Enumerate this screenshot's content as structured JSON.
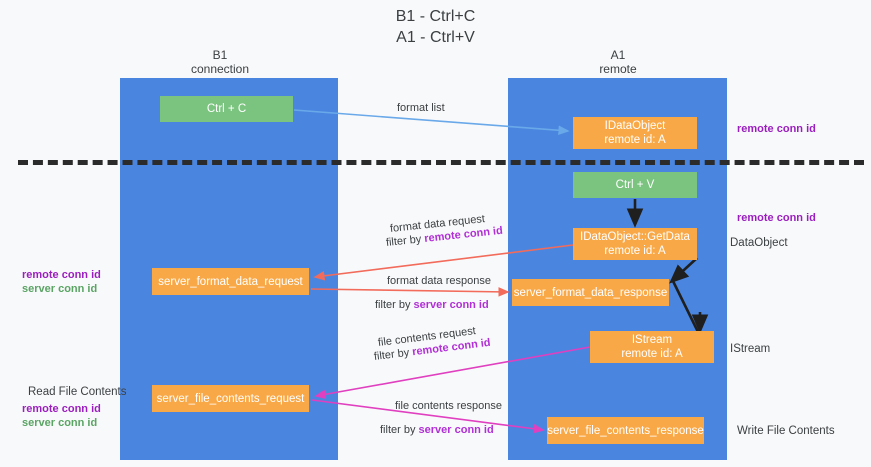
{
  "title": {
    "line1": "B1 - Ctrl+C",
    "line2": "A1 - Ctrl+V"
  },
  "columns": [
    {
      "name": "B1",
      "role": "connection"
    },
    {
      "name": "A1",
      "role": "remote"
    }
  ],
  "boxes": {
    "ctrl_c": {
      "label": "Ctrl + C",
      "color": "#7bc47f"
    },
    "idataobject": {
      "line1": "IDataObject",
      "line2": "remote id: A",
      "color": "#f9a847"
    },
    "ctrl_v": {
      "label": "Ctrl + V",
      "color": "#7bc47f"
    },
    "getdata": {
      "line1": "IDataObject::GetData",
      "line2": "remote id: A",
      "color": "#f9a847"
    },
    "format_data_request": {
      "label": "server_format_data_request",
      "color": "#f9a847"
    },
    "format_data_response": {
      "label": "server_format_data_response",
      "color": "#f9a847"
    },
    "istream": {
      "line1": "IStream",
      "line2": "remote id: A",
      "color": "#f9a847"
    },
    "file_contents_request": {
      "label": "server_file_contents_request",
      "color": "#f9a847"
    },
    "file_contents_response": {
      "label": "server_file_contents_response",
      "color": "#f9a847"
    }
  },
  "arrow_labels": {
    "format_list": "format list",
    "format_data_request": "format data request",
    "format_data_request_filter_prefix": "filter by ",
    "format_data_request_filter_key": "remote conn id",
    "format_data_response": "format data response",
    "format_data_response_filter_prefix": "filter by ",
    "format_data_response_filter_key": "server conn id",
    "file_contents_request": "file contents request",
    "file_contents_request_filter_prefix": "filter by ",
    "file_contents_request_filter_key": "remote conn id",
    "file_contents_response": "file contents response",
    "file_contents_response_filter_prefix": "filter by ",
    "file_contents_response_filter_key": "server conn id"
  },
  "annotations": {
    "right": {
      "remote_conn_id_top": "remote conn id",
      "remote_conn_id_mid": "remote conn id",
      "dataobject": "DataObject",
      "istream": "IStream",
      "write_file_contents": "Write File Contents"
    },
    "left": {
      "pair1_remote": "remote conn id",
      "pair1_server": "server conn id",
      "read_file_contents": "Read File Contents",
      "pair2_remote": "remote conn id",
      "pair2_server": "server conn id"
    }
  },
  "colors": {
    "lane": "#4a86e0",
    "green_box": "#7bc47f",
    "orange_box": "#f9a847",
    "arrow_blue": "#6aa9e9",
    "arrow_red": "#f26b5b",
    "arrow_magenta": "#e040c0",
    "arrow_black": "#1f1f1f",
    "key_purple": "#9b1fbf",
    "key_green": "#5aa464",
    "background": "#f8f9fa"
  }
}
